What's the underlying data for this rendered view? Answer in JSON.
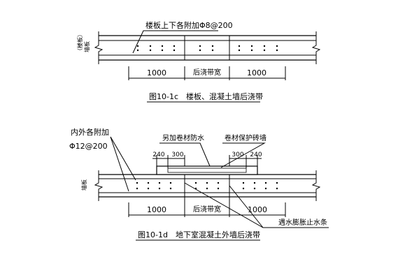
{
  "figure_c": {
    "callout": "楼板上下各附加Φ8@200",
    "side_label_top": "（楼板）",
    "side_label_bottom": "墙板",
    "dim_left": "1000",
    "dim_mid": "后浇带宽",
    "dim_right": "1000",
    "caption": "图10-1c　楼板、混凝土墙后浇带"
  },
  "figure_d": {
    "callout_left_line1": "内外各附加",
    "callout_left_line2": "Φ12@200",
    "label_waterproof": "另加卷材防水",
    "label_protect": "卷材保护砖墙",
    "dim_240_left": "240",
    "dim_300_left": "300",
    "dim_300_right": "300",
    "dim_240_right": "240",
    "side_label": "墙板",
    "dim_left": "1000",
    "dim_mid": "后浇带宽",
    "dim_right": "1000",
    "label_waterstop": "遇水膨胀止水条",
    "caption": "图10-1d　地下室混凝土外墙后浇带"
  }
}
